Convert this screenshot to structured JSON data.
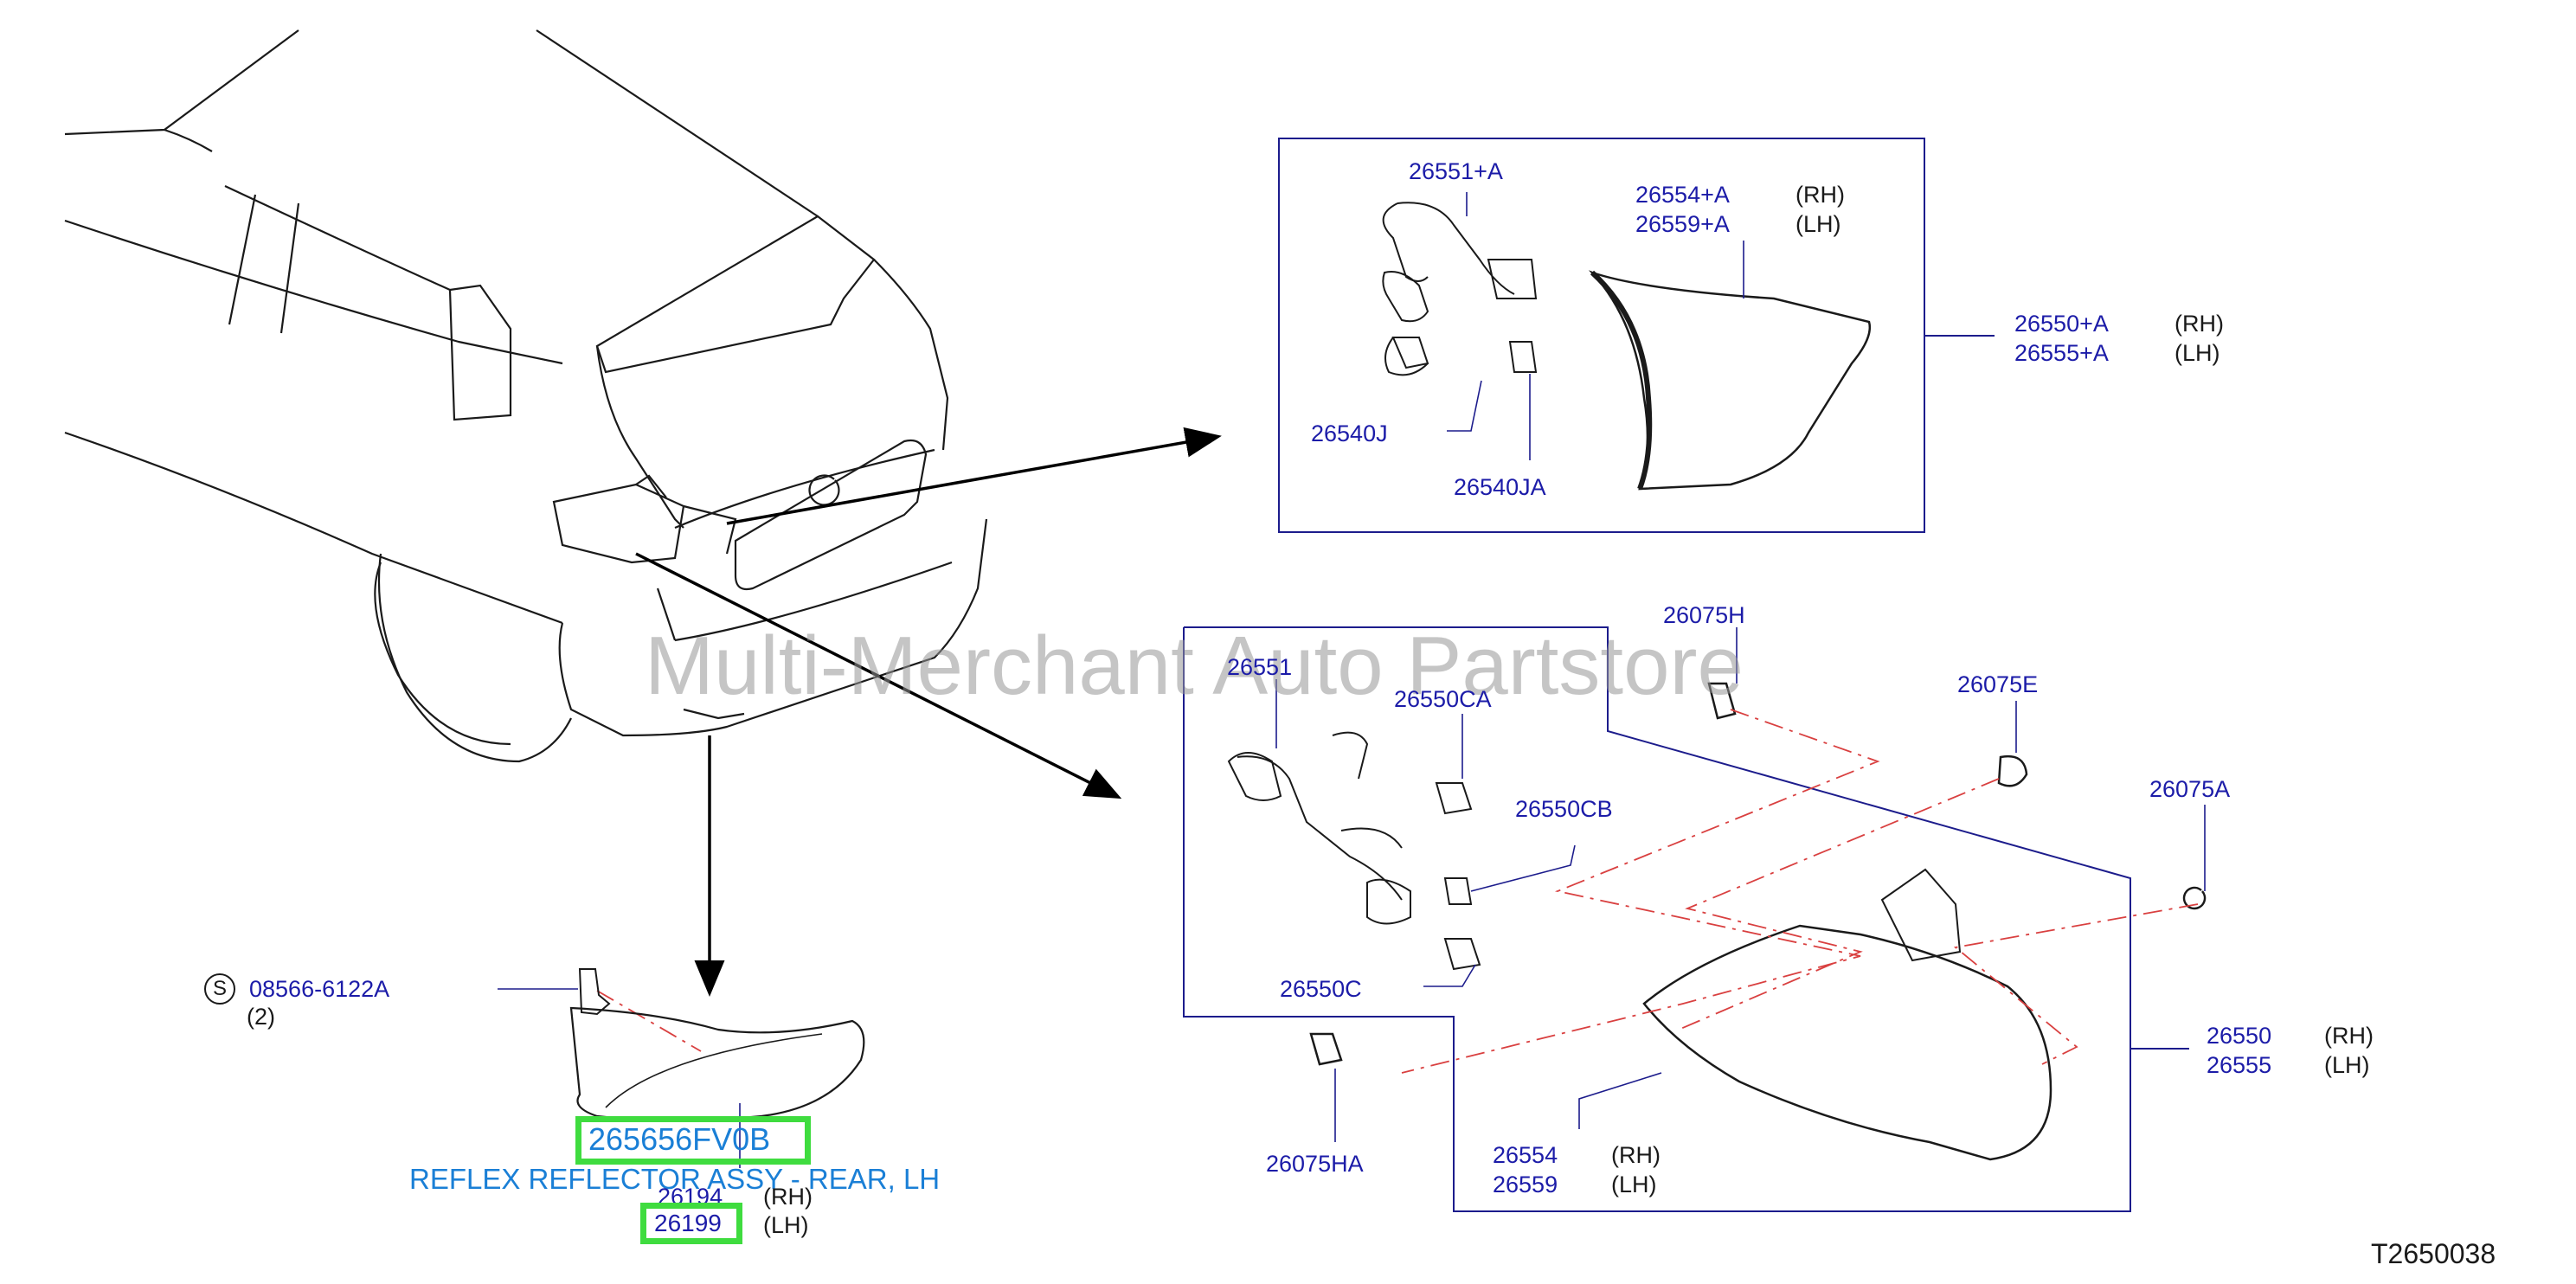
{
  "diagram": {
    "id": "T2650038",
    "watermark": "Multi-Merchant Auto Partstore",
    "highlighted_part": "265656FV0B",
    "highlighted_caption": "REFLEX REFLECTOR ASSY - REAR, LH",
    "screw": {
      "symbol": "S",
      "part": "08566-6122A",
      "qty": "(2)"
    },
    "reflector": [
      {
        "part": "26194",
        "side": "(RH)"
      },
      {
        "part": "26199",
        "side": "(LH)"
      }
    ],
    "upper_box": {
      "harness": "26551+A",
      "lens": [
        {
          "part": "26554+A",
          "side": "(RH)"
        },
        {
          "part": "26559+A",
          "side": "(LH)"
        }
      ],
      "assy": [
        {
          "part": "26550+A",
          "side": "(RH)"
        },
        {
          "part": "26555+A",
          "side": "(LH)"
        }
      ],
      "bulb_a": "26540J",
      "bulb_b": "26540JA"
    },
    "lower_box": {
      "harness": "26551",
      "bulb_ca": "26550CA",
      "bulb_cb": "26550CB",
      "bulb_c": "26550C",
      "clip_h": "26075H",
      "clip_e": "26075E",
      "clip_a": "26075A",
      "clip_ha": "26075HA",
      "assy": [
        {
          "part": "26550",
          "side": "(RH)"
        },
        {
          "part": "26555",
          "side": "(LH)"
        }
      ],
      "lens": [
        {
          "part": "26554",
          "side": "(RH)"
        },
        {
          "part": "26559",
          "side": "(LH)"
        }
      ]
    }
  }
}
